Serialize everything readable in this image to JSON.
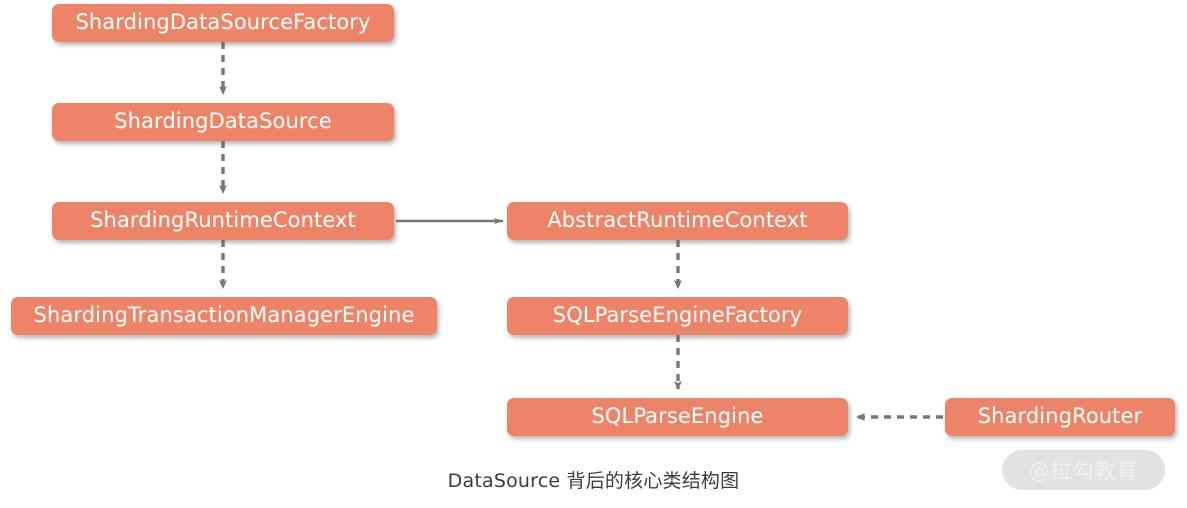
{
  "diagram": {
    "title": "DataSource 背后的核心类结构图",
    "colors": {
      "node_fill": "#ee8467",
      "node_text": "#ffffff",
      "connector": "#777777",
      "background": "#ffffff",
      "caption_text": "#3c3c3c",
      "watermark_bg": "#e2e2e2",
      "watermark_text": "#f0f0f0"
    },
    "nodes": [
      {
        "id": "sharding-data-source-factory",
        "label": "ShardingDataSourceFactory"
      },
      {
        "id": "sharding-data-source",
        "label": "ShardingDataSource"
      },
      {
        "id": "sharding-runtime-context",
        "label": "ShardingRuntimeContext"
      },
      {
        "id": "sharding-transaction-manager-engine",
        "label": "ShardingTransactionManagerEngine"
      },
      {
        "id": "abstract-runtime-context",
        "label": "AbstractRuntimeContext"
      },
      {
        "id": "sql-parse-engine-factory",
        "label": "SQLParseEngineFactory"
      },
      {
        "id": "sql-parse-engine",
        "label": "SQLParseEngine"
      },
      {
        "id": "sharding-router",
        "label": "ShardingRouter"
      }
    ],
    "edges": [
      {
        "from": "sharding-data-source-factory",
        "to": "sharding-data-source",
        "style": "dashed",
        "direction": "down"
      },
      {
        "from": "sharding-data-source",
        "to": "sharding-runtime-context",
        "style": "dashed",
        "direction": "down"
      },
      {
        "from": "sharding-runtime-context",
        "to": "sharding-transaction-manager-engine",
        "style": "dashed",
        "direction": "down"
      },
      {
        "from": "sharding-runtime-context",
        "to": "abstract-runtime-context",
        "style": "solid",
        "direction": "right"
      },
      {
        "from": "abstract-runtime-context",
        "to": "sql-parse-engine-factory",
        "style": "dashed",
        "direction": "down"
      },
      {
        "from": "sql-parse-engine-factory",
        "to": "sql-parse-engine",
        "style": "dashed",
        "direction": "down"
      },
      {
        "from": "sharding-router",
        "to": "sql-parse-engine",
        "style": "dashed",
        "direction": "left"
      }
    ]
  },
  "watermark": {
    "text": "@拉勾教育"
  }
}
